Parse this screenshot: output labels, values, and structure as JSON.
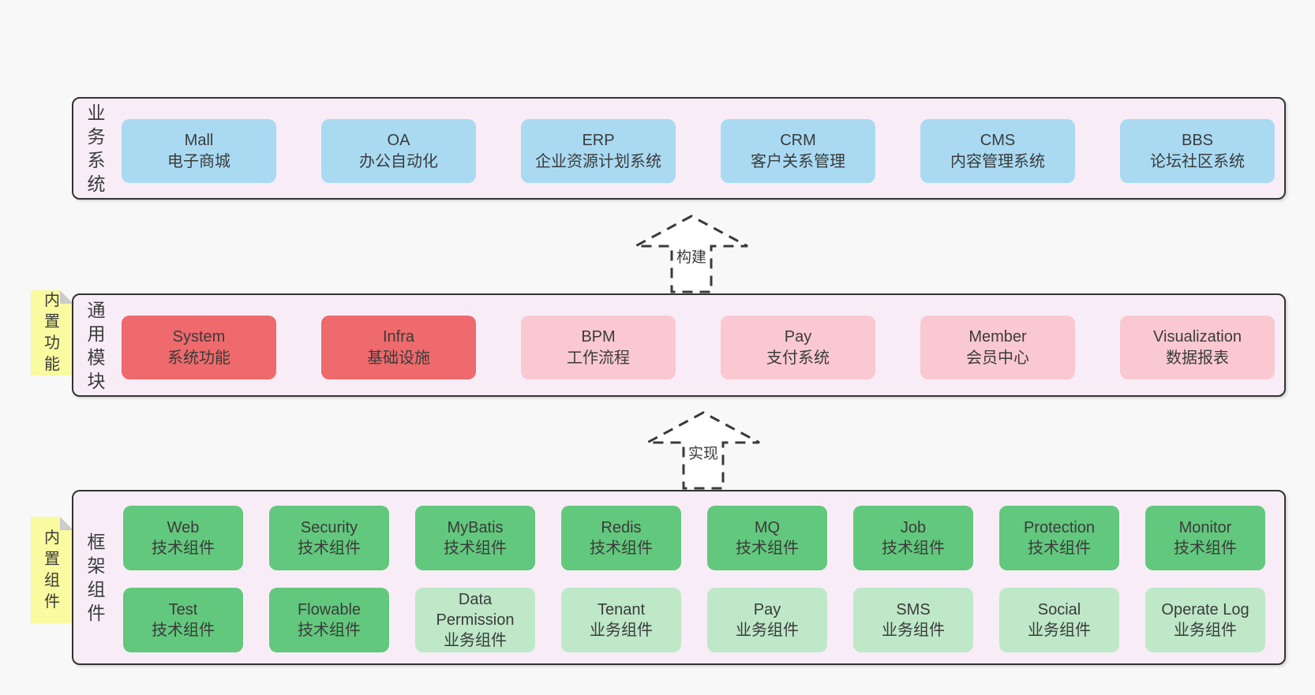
{
  "theme": {
    "page_bg": "#f8f8f8",
    "panel_bg": "#f8edf7",
    "panel_border": "#333333",
    "text": "#3b3b3b",
    "blue": "#a9daf2",
    "red": "#ee6a6c",
    "pink": "#fac8d1",
    "green_dark": "#62c87d",
    "green_light": "#bee8c8",
    "note_bg": "#fafaa0",
    "note_fold": "#cbcbcb",
    "arrow_stroke": "#3a3a3a",
    "arrow_fill": "#ffffff"
  },
  "layers": [
    {
      "label": "业务系统",
      "boxes": [
        {
          "title": "Mall",
          "subtitle": "电子商城"
        },
        {
          "title": "OA",
          "subtitle": "办公自动化"
        },
        {
          "title": "ERP",
          "subtitle": "企业资源计划系统"
        },
        {
          "title": "CRM",
          "subtitle": "客户关系管理"
        },
        {
          "title": "CMS",
          "subtitle": "内容管理系统"
        },
        {
          "title": "BBS",
          "subtitle": "论坛社区系统"
        }
      ]
    },
    {
      "label": "通用模块",
      "boxes": [
        {
          "title": "System",
          "subtitle": "系统功能"
        },
        {
          "title": "Infra",
          "subtitle": "基础设施"
        },
        {
          "title": "BPM",
          "subtitle": "工作流程"
        },
        {
          "title": "Pay",
          "subtitle": "支付系统"
        },
        {
          "title": "Member",
          "subtitle": "会员中心"
        },
        {
          "title": "Visualization",
          "subtitle": "数据报表"
        }
      ]
    },
    {
      "label": "框架组件",
      "rows": [
        [
          {
            "title": "Web",
            "subtitle": "技术组件"
          },
          {
            "title": "Security",
            "subtitle": "技术组件"
          },
          {
            "title": "MyBatis",
            "subtitle": "技术组件"
          },
          {
            "title": "Redis",
            "subtitle": "技术组件"
          },
          {
            "title": "MQ",
            "subtitle": "技术组件"
          },
          {
            "title": "Job",
            "subtitle": "技术组件"
          },
          {
            "title": "Protection",
            "subtitle": "技术组件"
          },
          {
            "title": "Monitor",
            "subtitle": "技术组件"
          }
        ],
        [
          {
            "title": "Test",
            "subtitle": "技术组件"
          },
          {
            "title": "Flowable",
            "subtitle": "技术组件"
          },
          {
            "title": "Data Permission",
            "subtitle": "业务组件"
          },
          {
            "title": "Tenant",
            "subtitle": "业务组件"
          },
          {
            "title": "Pay",
            "subtitle": "业务组件"
          },
          {
            "title": "SMS",
            "subtitle": "业务组件"
          },
          {
            "title": "Social",
            "subtitle": "业务组件"
          },
          {
            "title": "Operate Log",
            "subtitle": "业务组件"
          }
        ]
      ]
    }
  ],
  "notes": [
    {
      "text": "内置功能"
    },
    {
      "text": "内置组件"
    }
  ],
  "arrows": [
    {
      "label": "构建"
    },
    {
      "label": "实现"
    }
  ]
}
